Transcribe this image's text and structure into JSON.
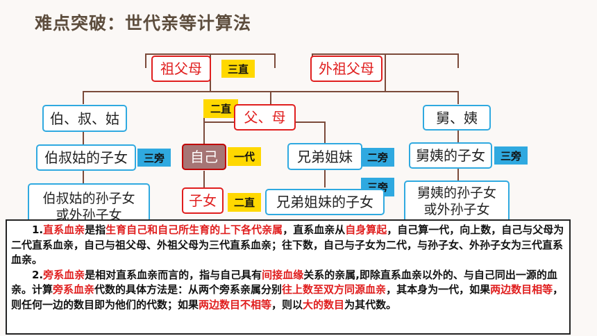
{
  "title": "难点突破：世代亲等计算法",
  "nodes": {
    "grandparents": "祖父母",
    "maternal_grandparents": "外祖父母",
    "uncles_aunts": "伯、叔、姑",
    "parents": "父、母",
    "maternal_uncles_aunts": "舅、姨",
    "cousins": "伯叔姑的子女",
    "self": "自己",
    "siblings": "兄弟姐妹",
    "maternal_cousins": "舅姨的子女",
    "cousins_children_line1": "伯叔姑的孙子女",
    "cousins_children_line2": "或外孙子女",
    "children": "子女",
    "siblings_children": "兄弟姐妹的子女",
    "maternal_cousins_children_line1": "舅姨的孙子女",
    "maternal_cousins_children_line2": "或外孙子女"
  },
  "tags": {
    "grandparents": "三直",
    "parents": "二直",
    "self": "一代",
    "children": "二直",
    "cousins": "三旁",
    "siblings": "二旁",
    "maternal_cousins": "三旁",
    "siblings_children": "三旁"
  },
  "colors": {
    "lineal_border": "#e01e1e",
    "collateral_border": "#2fa9e0",
    "lineal_tag": "#ffd800",
    "collateral_tag": "#2fa9e0",
    "self_fill": "#a67575",
    "connector": "#7b4a3a"
  },
  "text": {
    "p1": {
      "s1": "1.",
      "h1": "直系血亲",
      "s2": "是指",
      "h2": "生育自己和自己所生育的上下各代亲属",
      "s3": "，直系血亲从",
      "h3": "自身算起",
      "s4": "，自己算一代，向上数，自己与父母为二代直系血亲，自己与祖父母、外祖父母为三代直系血亲；往下数，自己与子女为二代，与孙子女、外孙子女为三代直系血亲。"
    },
    "p2": {
      "s1": "2.",
      "h1": "旁系血亲",
      "s2": "是相对直系血亲而言的，指与自己具有",
      "h2": "间接血缘",
      "s3": "关系的亲属,即除直系血亲以外的、与自己同出一源的血亲。计算",
      "h3": "旁系血亲",
      "s4": "代数的具体方法是：从两个旁系亲属分别",
      "h4": "往上数至双方同源血亲",
      "s5": "，其本身为一代，如果",
      "h5": "两边数目相等",
      "s6": "，则任何一边的数目即为他们的代数；如果",
      "h6": "两边数目不相等",
      "s7": "，则以",
      "h7": "大的数目",
      "s8": "为其代数。"
    }
  }
}
